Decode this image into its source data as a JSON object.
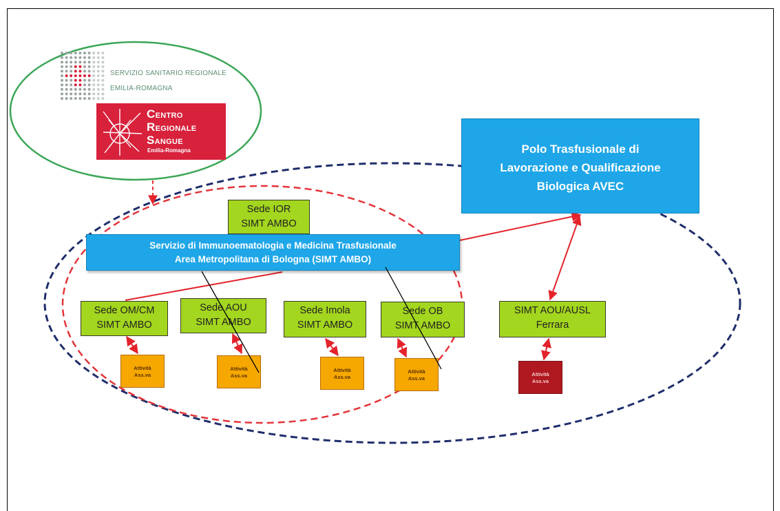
{
  "regional_logo": {
    "line1": "SERVIZIO SANITARIO REGIONALE",
    "line2": "EMILIA-ROMAGNA"
  },
  "crs_logo": {
    "line1": "CENTRO",
    "line2": "REGIONALE",
    "line3": "SANGUE",
    "sub": "Emilia-Romagna"
  },
  "polo": {
    "line1": "Polo Trasfusionale di",
    "line2": "Lavorazione e Qualificazione",
    "line3": "Biologica AVEC"
  },
  "simt_ambo": {
    "line1": "Servizio di Immunoematologia e Medicina Trasfusionale",
    "line2": "Area Metropolitana di Bologna (SIMT AMBO)"
  },
  "sites": {
    "ior": {
      "line1": "Sede IOR",
      "line2": "SIMT AMBO"
    },
    "omcm": {
      "line1": "Sede OM/CM",
      "line2": "SIMT AMBO"
    },
    "aou": {
      "line1": "Sede AOU",
      "line2": "SIMT AMBO"
    },
    "imola": {
      "line1": "Sede Imola",
      "line2": "SIMT AMBO"
    },
    "ob": {
      "line1": "Sede OB",
      "line2": "SIMT AMBO"
    },
    "ferrara": {
      "line1": "SIMT AOU/AUSL",
      "line2": "Ferrara"
    }
  },
  "activity": {
    "line1": "Attività",
    "line2": "Ass.va"
  },
  "colors": {
    "blue_box": "#1ea6e8",
    "green_box": "#a3d61e",
    "orange_box": "#f6a800",
    "dark_red_box": "#b01820",
    "crs_red": "#d8213b",
    "arrow_red": "#e3232b",
    "navy_dashed": "#1f2d6b",
    "red_dashed": "#e3343a",
    "green_ellipse": "#3aa655"
  }
}
